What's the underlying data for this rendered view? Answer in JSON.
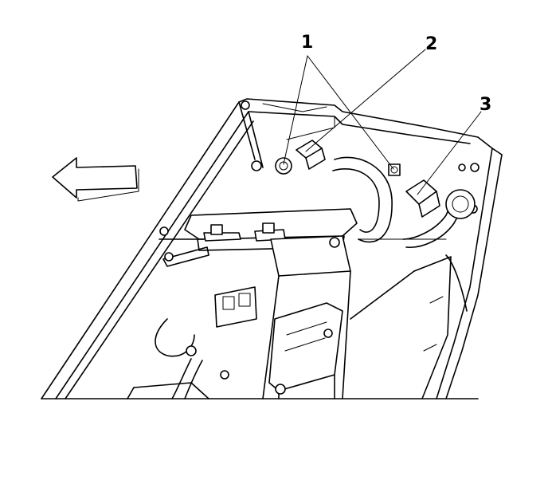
{
  "callouts": [
    {
      "label": "1"
    },
    {
      "label": "2"
    },
    {
      "label": "3"
    }
  ],
  "direction_arrow": {
    "icon": "arrow-left-icon",
    "direction": "left"
  },
  "colors": {
    "stroke": "#000000",
    "background": "#ffffff"
  }
}
